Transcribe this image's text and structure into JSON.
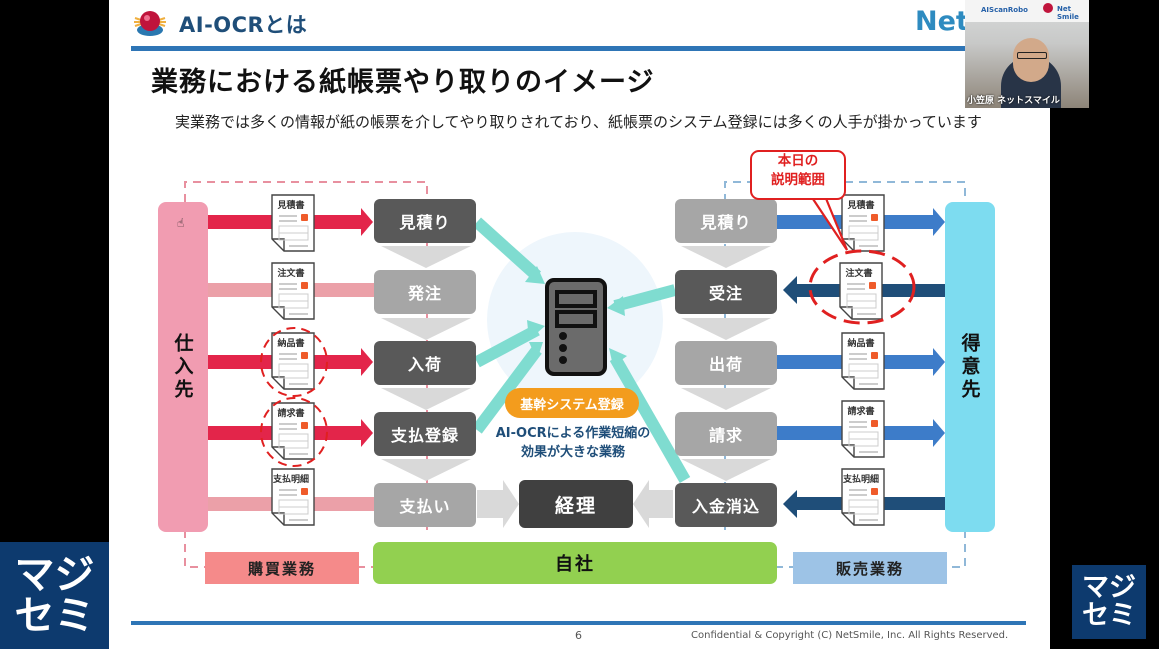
{
  "header": {
    "section_title": "AI-OCRとは",
    "brand_text": "NetS",
    "page_title": "業務における紙帳票やり取りのイメージ",
    "lead_text": "実業務では多くの情報が紙の帳票を介してやり取りされており、紙帳票のシステム登録には多くの人手が掛かっています"
  },
  "diagram": {
    "left_party": "仕入先",
    "right_party": "得意先",
    "left_steps": [
      {
        "label": "見積り",
        "style": "dark"
      },
      {
        "label": "発注",
        "style": "light"
      },
      {
        "label": "入荷",
        "style": "dark"
      },
      {
        "label": "支払登録",
        "style": "dark"
      },
      {
        "label": "支払い",
        "style": "light"
      }
    ],
    "right_steps": [
      {
        "label": "見積り",
        "style": "light"
      },
      {
        "label": "受注",
        "style": "dark"
      },
      {
        "label": "出荷",
        "style": "light"
      },
      {
        "label": "請求",
        "style": "light"
      },
      {
        "label": "入金消込",
        "style": "dark"
      }
    ],
    "left_documents": [
      "見積書",
      "注文書",
      "納品書",
      "請求書",
      "支払明細"
    ],
    "right_documents": [
      "見積書",
      "注文書",
      "納品書",
      "請求書",
      "支払明細"
    ],
    "center_label": "基幹システム登録",
    "center_caption_line1": "AI-OCRによる作業短縮の",
    "center_caption_line2": "効果が大きな業務",
    "accounting_label": "経理",
    "callout_line1": "本日の",
    "callout_line2": "説明範囲",
    "bottom_left_band": "購買業務",
    "bottom_center_band": "自社",
    "bottom_right_band": "販売業務",
    "icons": {
      "center": "server-icon",
      "documents": "document-icon"
    }
  },
  "footer": {
    "page_number": "6",
    "copyright": "Confidential & Copyright (C) NetSmile, Inc. All Rights Reserved."
  },
  "webcam": {
    "logo_left": "AIScanRobo",
    "logo_right": "Net Smile",
    "speaker_caption": "小笠原 ネットスマイル"
  },
  "badges": {
    "line1": "マジ",
    "line2": "セミ"
  },
  "colors": {
    "accent_blue": "#2e75b6",
    "supplier_pink": "#f19cb1",
    "customer_cyan": "#7ddcf0",
    "red_arrow": "#e3254a",
    "blue_arrow": "#3d7cc9",
    "navy_arrow": "#1f4e79",
    "teal_arrow": "#7fdcd0",
    "orange_ribbon": "#f39c1d",
    "green_band": "#92d050",
    "highlight_red": "#e02020"
  }
}
